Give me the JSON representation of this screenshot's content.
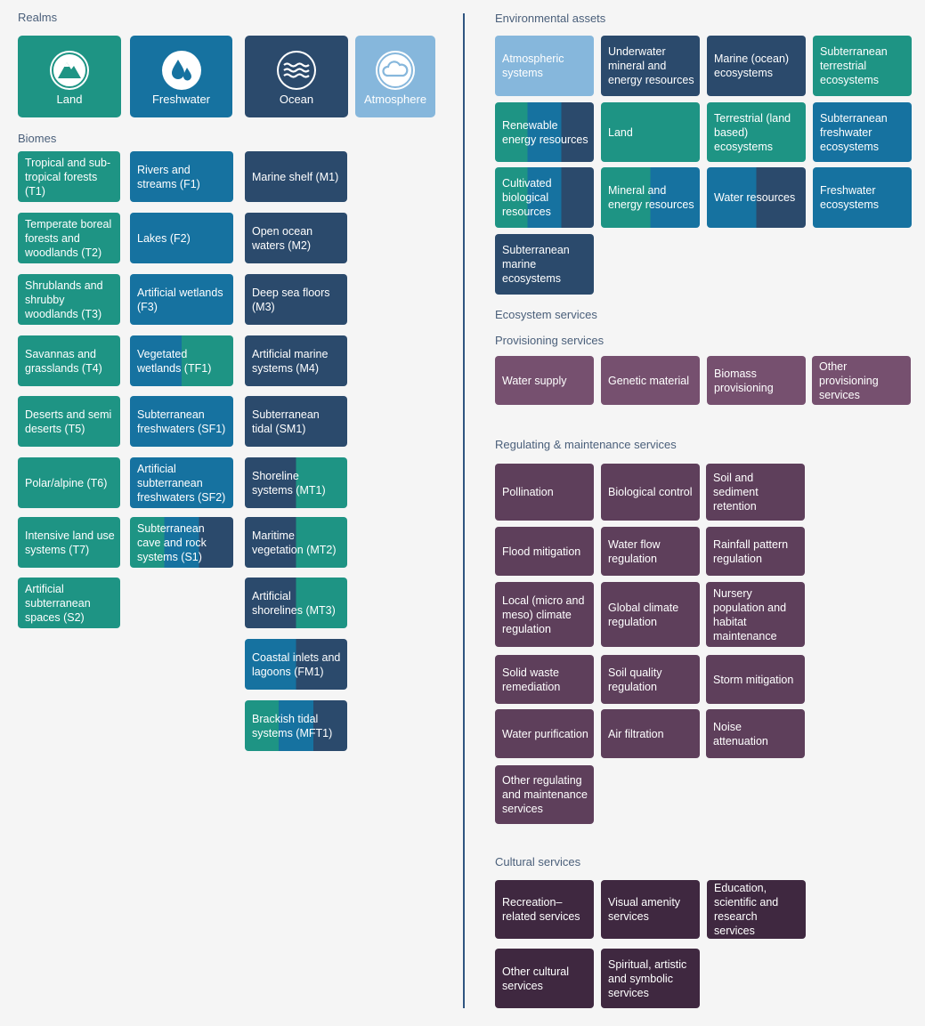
{
  "colors": {
    "land": "#1e9484",
    "freshwater": "#1672a0",
    "ocean": "#2b4a6c",
    "atmosphere": "#86b7dc",
    "provisioning": "#76506f",
    "regulating": "#5e3f5b",
    "cultural": "#3f2840",
    "divider": "#2f5580"
  },
  "realms": {
    "title": "Realms",
    "items": [
      {
        "label": "Land",
        "icon": "mountain-icon"
      },
      {
        "label": "Freshwater",
        "icon": "water-drops-icon"
      },
      {
        "label": "Ocean",
        "icon": "waves-icon"
      },
      {
        "label": "Atmosphere",
        "icon": "cloud-icon"
      }
    ]
  },
  "biomes": {
    "title": "Biomes",
    "land": [
      "Tropical and sub-tropical forests (T1)",
      "Temperate boreal forests and woodlands (T2)",
      "Shrublands and shrubby woodlands (T3)",
      "Savannas and grasslands (T4)",
      "Deserts and semi deserts (T5)",
      "Polar/alpine (T6)",
      "Intensive land use systems (T7)",
      "Artificial subterranean spaces (S2)"
    ],
    "freshwater": [
      "Rivers and streams (F1)",
      "Lakes (F2)",
      "Artificial wetlands (F3)",
      "Vegetated wetlands (TF1)",
      "Subterranean freshwaters (SF1)",
      "Artificial subterranean freshwaters (SF2)",
      "Subterranean cave and rock systems (S1)"
    ],
    "ocean": [
      "Marine shelf (M1)",
      "Open ocean waters (M2)",
      "Deep sea floors (M3)",
      "Artificial marine systems (M4)",
      "Subterranean tidal (SM1)",
      "Shoreline systems (MT1)",
      "Maritime vegetation (MT2)",
      "Artificial shorelines (MT3)",
      "Coastal inlets and lagoons (FM1)",
      "Brackish tidal systems (MFT1)"
    ]
  },
  "environmental_assets": {
    "title": "Environmental assets",
    "items": [
      "Atmospheric systems",
      "Underwater mineral and energy resources",
      "Marine (ocean) ecosystems",
      "Subterranean terrestrial ecosystems",
      "Renewable energy resources",
      "Land",
      "Terrestrial (land based) ecosystems",
      "Subterranean freshwater ecosystems",
      "Cultivated biological resources",
      "Mineral and energy resources",
      "Water resources",
      "Freshwater ecosystems",
      "Subterranean marine ecosystems"
    ]
  },
  "ecosystem_services": {
    "title": "Ecosystem services",
    "provisioning": {
      "title": "Provisioning services",
      "items": [
        "Water supply",
        "Genetic material",
        "Biomass provisioning",
        "Other provisioning services"
      ]
    },
    "regulating": {
      "title": "Regulating & maintenance services",
      "items": [
        "Pollination",
        "Biological control",
        "Soil and sediment retention",
        "Flood mitigation",
        "Water flow regulation",
        "Rainfall pattern regulation",
        "Local (micro and meso) climate regulation",
        "Global climate regulation",
        "Nursery population and habitat maintenance",
        "Solid waste remediation",
        "Soil quality regulation",
        "Storm mitigation",
        "Water purification",
        "Air filtration",
        "Noise attenuation",
        "Other regulating and maintenance services"
      ]
    },
    "cultural": {
      "title": "Cultural services",
      "items": [
        "Recreation–related services",
        "Visual amenity services",
        "Education, scientific and research services",
        "Other cultural services",
        "Spiritual, artistic and symbolic services"
      ]
    }
  }
}
